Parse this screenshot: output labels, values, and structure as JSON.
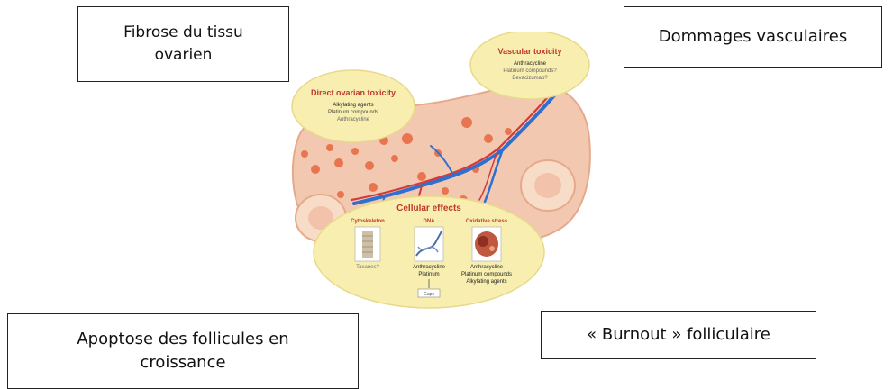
{
  "labels": {
    "fibrose": {
      "line1": "Fibrose du tissu",
      "line2": "ovarien"
    },
    "vasculaire": "Dommages vasculaires",
    "apoptose": {
      "line1": "Apoptose des follicules en",
      "line2": "croissance"
    },
    "burnout": "« Burnout » folliculaire"
  },
  "illustration": {
    "direct_ovarian": {
      "title": "Direct ovarian toxicity",
      "items": [
        "Alkylating agents",
        "Platinum compounds",
        "Anthracycline"
      ]
    },
    "vascular": {
      "title": "Vascular toxicity",
      "items": [
        "Anthracycline",
        "Platinum compounds?",
        "Bevacizumab?"
      ]
    },
    "cellular": {
      "title": "Cellular effects",
      "columns": [
        {
          "header": "Cytoskeleton",
          "items": [
            "Taxanes?"
          ]
        },
        {
          "header": "DNA",
          "items": [
            "Anthracycline",
            "Platinum"
          ],
          "note": "Gaps"
        },
        {
          "header": "Oxidative stress",
          "items": [
            "Anthracycline",
            "Platinum compounds",
            "Alkylating agents"
          ]
        }
      ]
    }
  },
  "colors": {
    "tissue": "#f2c9b0",
    "tissue_edge": "#e6a98a",
    "follicle": "#e8754f",
    "bubble": "#f7eeb0",
    "title_red": "#c0392b",
    "vessel_blue": "#2f6fd0",
    "vessel_red": "#d23a3a"
  }
}
